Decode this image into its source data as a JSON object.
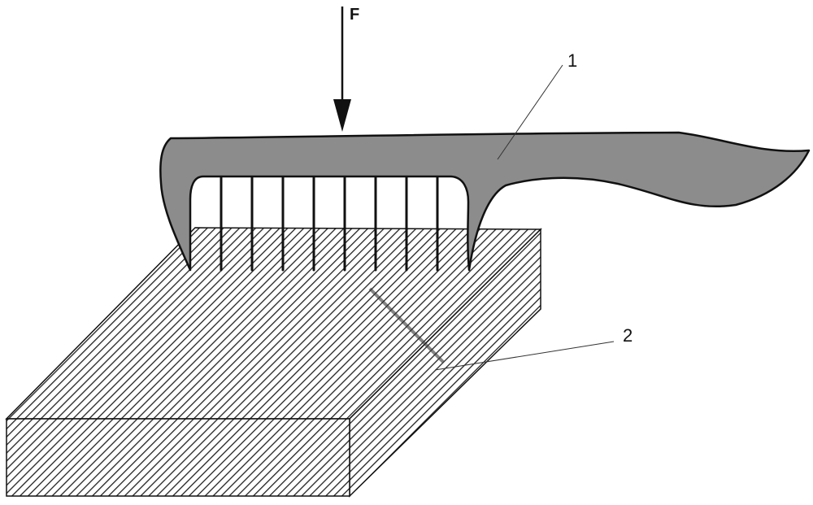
{
  "labels": {
    "force": "F",
    "part1": "1",
    "part2": "2"
  },
  "colors": {
    "comb_fill": "#8c8c8c",
    "outline": "#111111",
    "hatch": "#222222",
    "background": "#ffffff"
  }
}
